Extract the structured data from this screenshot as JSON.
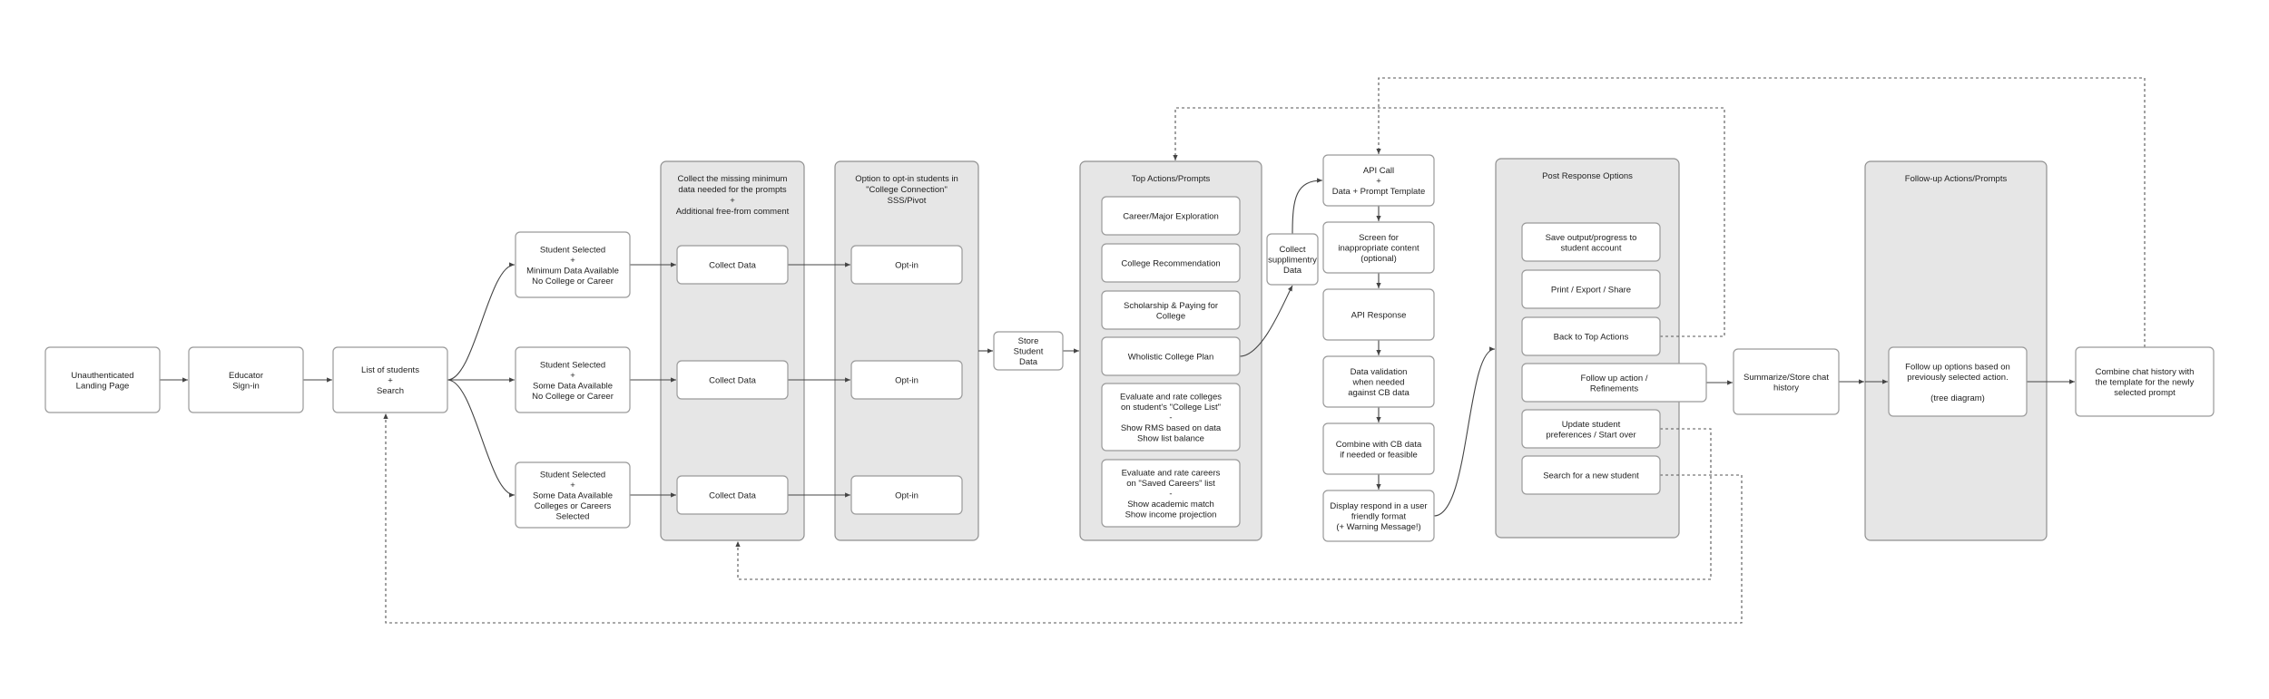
{
  "diagram": {
    "panels": [
      {
        "id": "p_collect",
        "title": [
          "Collect the missing minimum",
          "data needed for the prompts",
          "+",
          "Additional free-from comment"
        ]
      },
      {
        "id": "p_optin",
        "title": [
          "Option to opt-in students in",
          "\"College Connection\"",
          "SSS/Pivot"
        ]
      },
      {
        "id": "p_top",
        "title": [
          "Top Actions/Prompts"
        ]
      },
      {
        "id": "p_post",
        "title": [
          "Post Response Options"
        ]
      },
      {
        "id": "p_follow",
        "title": [
          "Follow-up Actions/Prompts"
        ]
      }
    ],
    "nodes": [
      {
        "id": "landing",
        "lines": [
          "Unauthenticated",
          "Landing Page"
        ]
      },
      {
        "id": "educator",
        "lines": [
          "Educator",
          "Sign-in"
        ]
      },
      {
        "id": "list",
        "lines": [
          "List of students",
          "+",
          "Search"
        ]
      },
      {
        "id": "sel1",
        "lines": [
          "Student Selected",
          "+",
          "Minimum Data Available",
          "No College or Career"
        ]
      },
      {
        "id": "sel2",
        "lines": [
          "Student Selected",
          "+",
          "Some Data Available",
          "No College or Career"
        ]
      },
      {
        "id": "sel3",
        "lines": [
          "Student Selected",
          "+",
          "Some Data Available",
          "Colleges or Careers",
          "Selected"
        ]
      },
      {
        "id": "collect1",
        "lines": [
          "Collect Data"
        ]
      },
      {
        "id": "collect2",
        "lines": [
          "Collect Data"
        ]
      },
      {
        "id": "collect3",
        "lines": [
          "Collect Data"
        ]
      },
      {
        "id": "optin1",
        "lines": [
          "Opt-in"
        ]
      },
      {
        "id": "optin2",
        "lines": [
          "Opt-in"
        ]
      },
      {
        "id": "optin3",
        "lines": [
          "Opt-in"
        ]
      },
      {
        "id": "store",
        "lines": [
          "Store",
          "Student",
          "Data"
        ]
      },
      {
        "id": "career",
        "lines": [
          "Career/Major Exploration"
        ]
      },
      {
        "id": "collrec",
        "lines": [
          "College Recommendation"
        ]
      },
      {
        "id": "scholar",
        "lines": [
          "Scholarship & Paying for",
          "College"
        ]
      },
      {
        "id": "wholistic",
        "lines": [
          "Wholistic College Plan"
        ]
      },
      {
        "id": "evalcol",
        "lines": [
          "Evaluate and rate colleges",
          "on student's \"College List\"",
          "-",
          "Show RMS based on data",
          "Show list balance"
        ]
      },
      {
        "id": "evalcar",
        "lines": [
          "Evaluate and rate careers",
          "on \"Saved Careers\" list",
          "-",
          "Show academic match",
          "Show income projection"
        ]
      },
      {
        "id": "supp",
        "lines": [
          "Collect",
          "supplimentry",
          "Data"
        ]
      },
      {
        "id": "api",
        "lines": [
          "API Call",
          "+",
          "Data + Prompt Template"
        ]
      },
      {
        "id": "screen",
        "lines": [
          "Screen for",
          "inappropriate content",
          "(optional)"
        ]
      },
      {
        "id": "apiresp",
        "lines": [
          "API Response"
        ]
      },
      {
        "id": "valid",
        "lines": [
          "Data validation",
          "when needed",
          "against CB data"
        ]
      },
      {
        "id": "combine",
        "lines": [
          "Combine with CB data",
          "if needed or feasible"
        ]
      },
      {
        "id": "display",
        "lines": [
          "Display respond in a user",
          "friendly format",
          "(+ Warning Message!)"
        ]
      },
      {
        "id": "save",
        "lines": [
          "Save output/progress to",
          "student account"
        ]
      },
      {
        "id": "print",
        "lines": [
          "Print / Export / Share"
        ]
      },
      {
        "id": "backtop",
        "lines": [
          "Back to Top Actions"
        ]
      },
      {
        "id": "followup",
        "lines": [
          "Follow up action /",
          "Refinements"
        ]
      },
      {
        "id": "update",
        "lines": [
          "Update student",
          "preferences / Start over"
        ]
      },
      {
        "id": "search",
        "lines": [
          "Search for a new student"
        ]
      },
      {
        "id": "summ",
        "lines": [
          "Summarize/Store chat",
          "history"
        ]
      },
      {
        "id": "tree",
        "lines": [
          "Follow up options based on",
          "previously selected action.",
          "",
          "(tree diagram)"
        ]
      },
      {
        "id": "combinechat",
        "lines": [
          "Combine chat history with",
          "the template for the newly",
          "selected prompt"
        ]
      }
    ]
  }
}
